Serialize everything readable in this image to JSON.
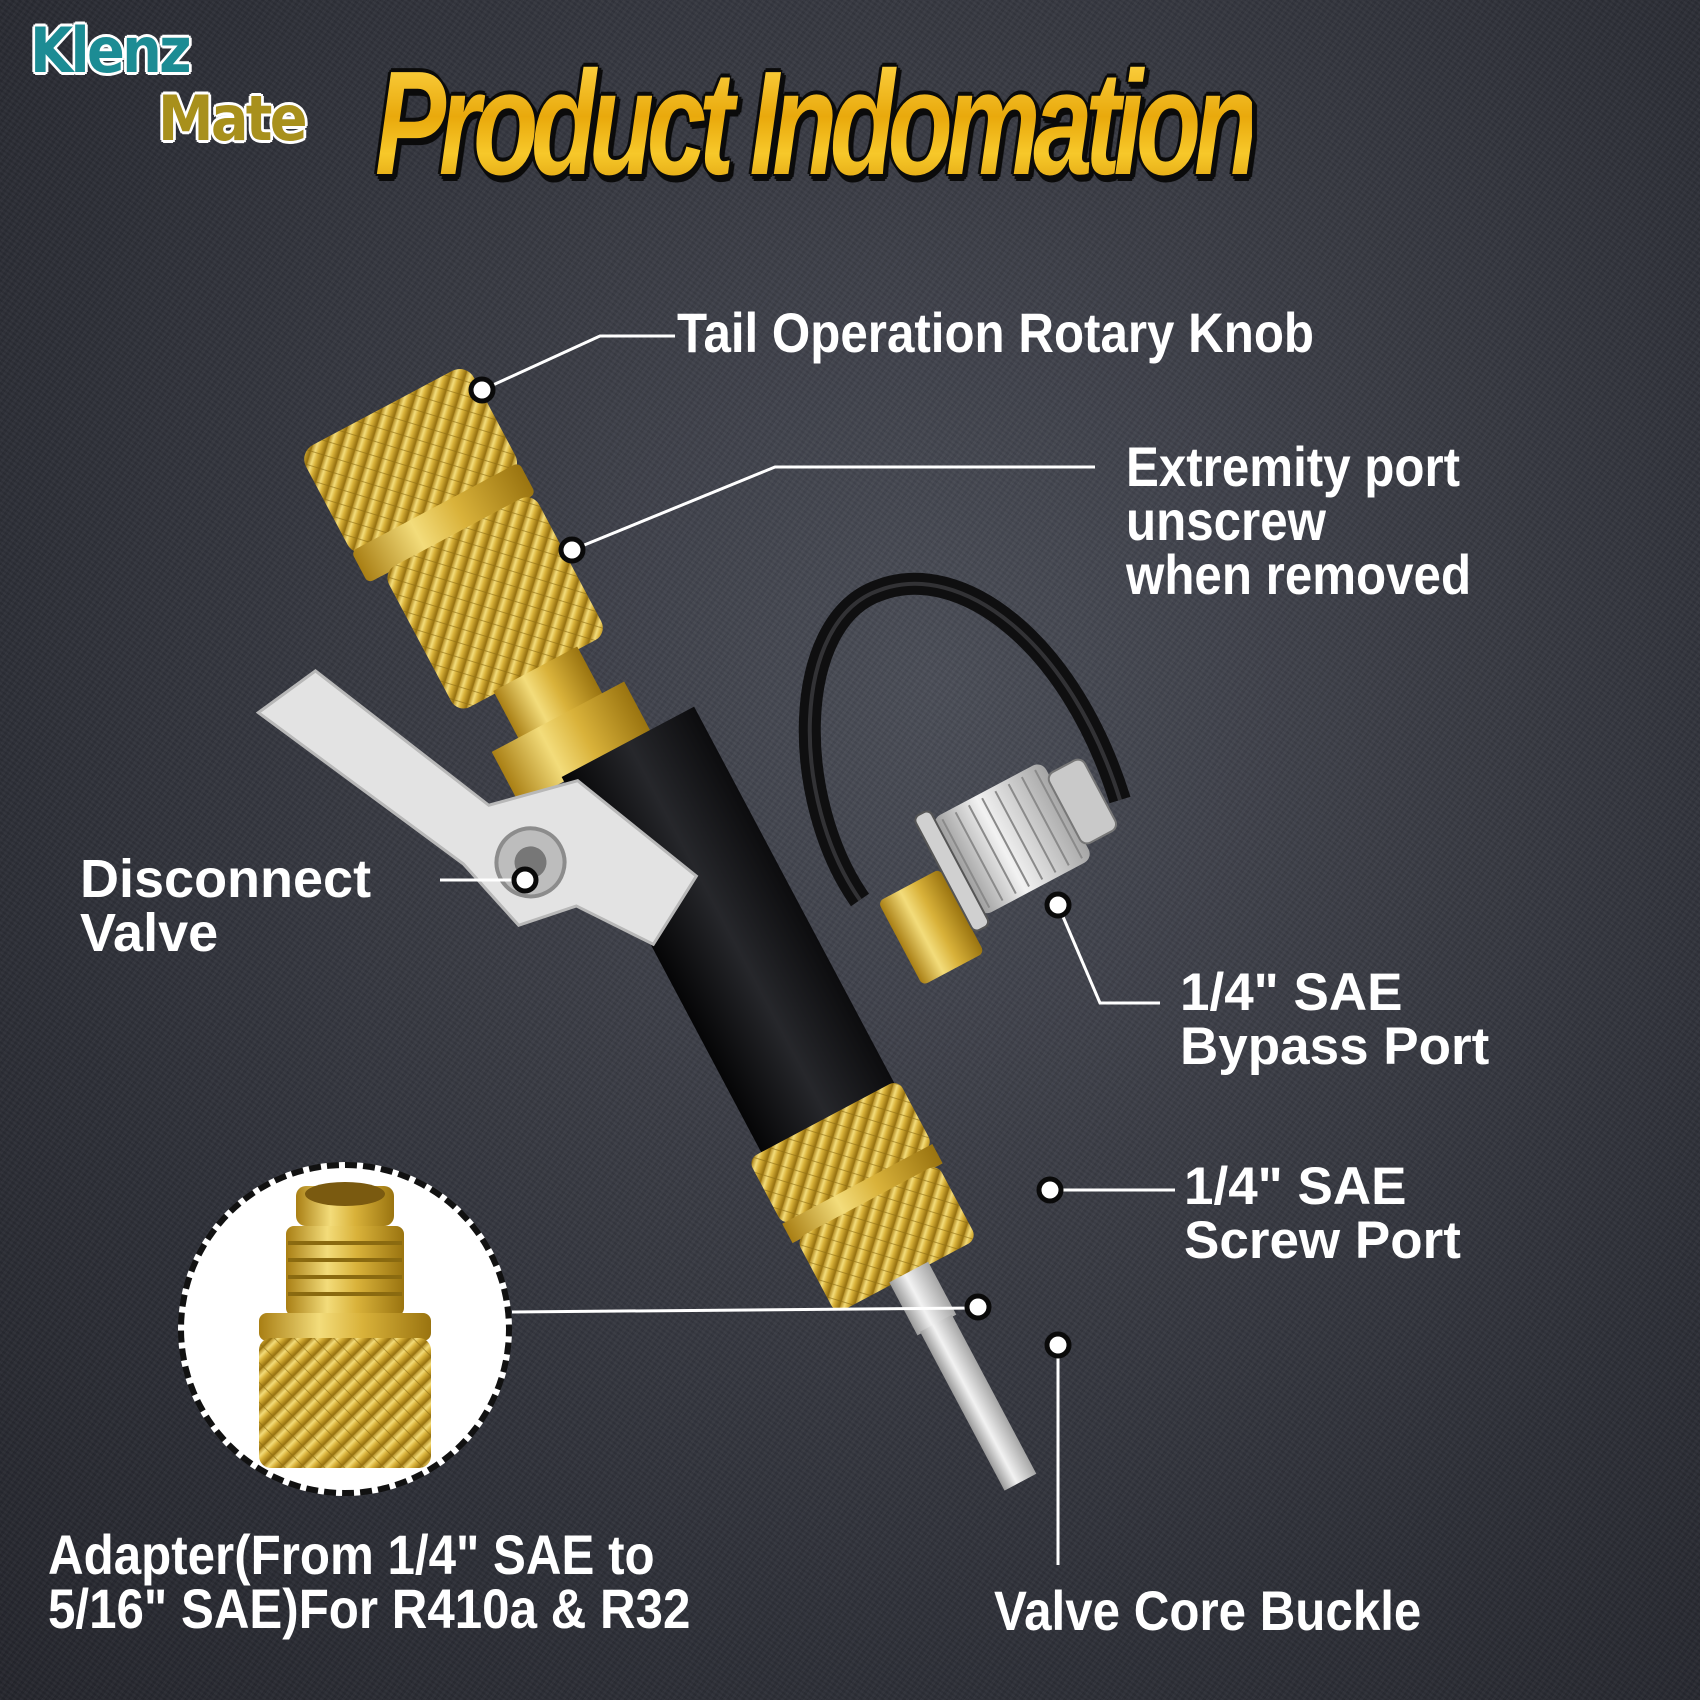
{
  "brand": {
    "line1": "Klenz",
    "line2": "Mate",
    "colors": {
      "klenz": "#1c8c94",
      "mate": "#a8901c"
    }
  },
  "header": {
    "title": "Product Indomation",
    "title_color": "#f0b816"
  },
  "callouts": [
    {
      "id": "tail-knob",
      "label": "Tail Operation Rotary Knob"
    },
    {
      "id": "extremity-port",
      "label": "Extremity port\nunscrew\nwhen removed"
    },
    {
      "id": "disconnect-valve",
      "label": "Disconnect\nValve"
    },
    {
      "id": "bypass-port",
      "label": "1/4\" SAE\nBypass Port"
    },
    {
      "id": "screw-port",
      "label": "1/4\" SAE\nScrew Port"
    },
    {
      "id": "adapter",
      "label": "Adapter(From 1/4\" SAE to\n5/16\" SAE)For R410a & R32"
    },
    {
      "id": "valve-core-buckle",
      "label": "Valve Core Buckle"
    }
  ],
  "colors": {
    "background": "#33353e",
    "brass": "#d9b23a",
    "silver": "#d8d8d8",
    "black_body": "#141416",
    "callout_line": "#ffffff"
  }
}
